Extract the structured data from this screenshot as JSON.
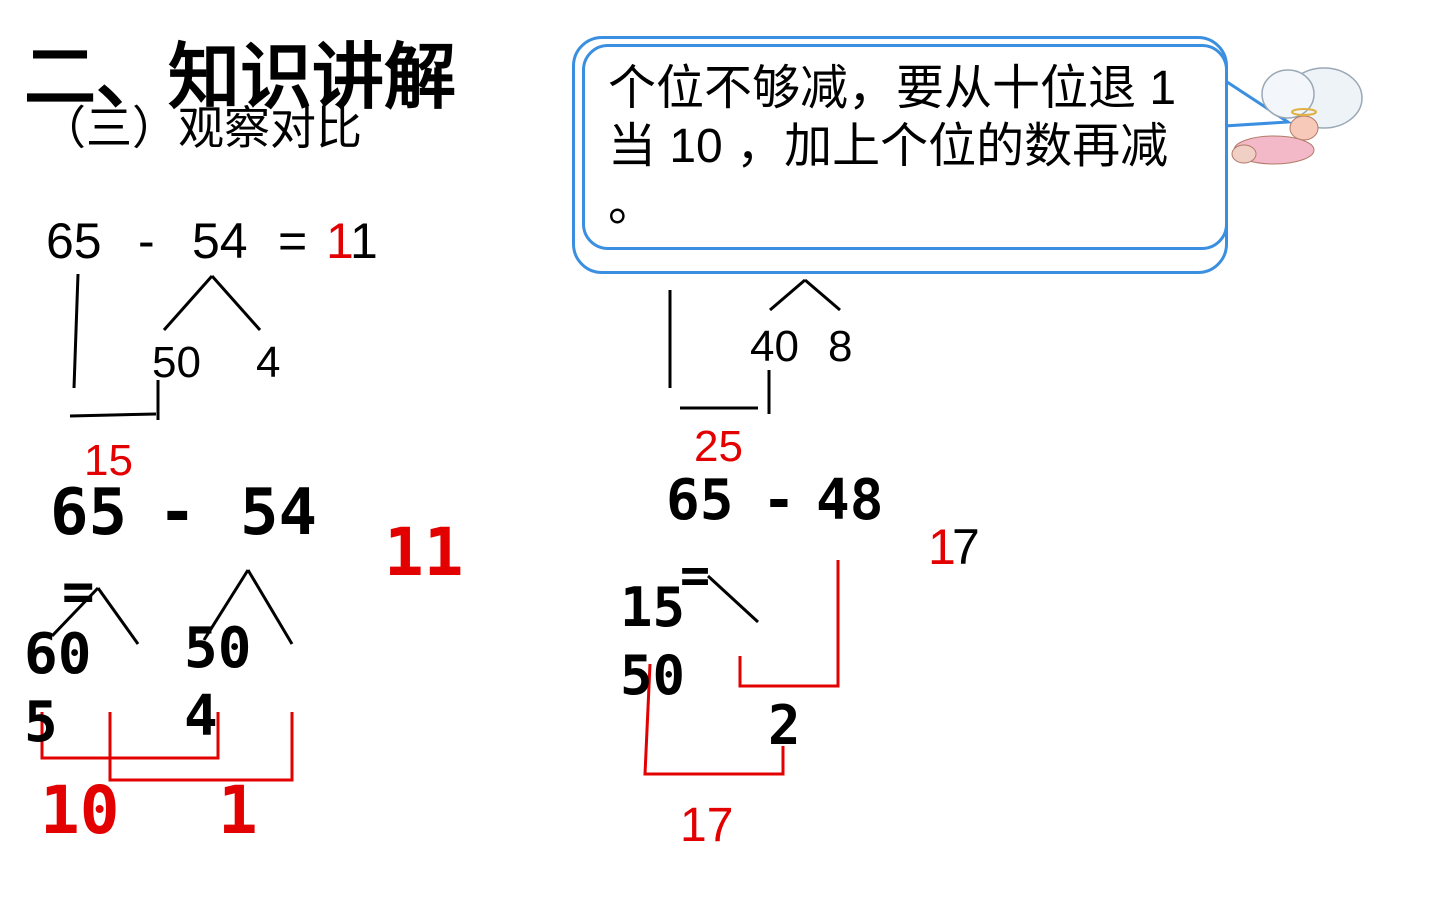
{
  "slide": {
    "title": "二、知识讲解",
    "subtitle": "（三）观察对比"
  },
  "left_top": {
    "a": "65",
    "minus": "-",
    "b": "54",
    "eq": "=",
    "res_tens": "1",
    "res_ones": "1",
    "split_tens": "50",
    "split_ones": "4",
    "sub_result": "15"
  },
  "right_top": {
    "split_tens": "40",
    "split_ones": "8",
    "sub_result": "25"
  },
  "bubble": {
    "text": "个位不够减，要从十位退 1 当 10 ，加上个位的数再减 。"
  },
  "left_bottom": {
    "a": "65",
    "minus": "-",
    "b": "54",
    "eq": "=",
    "result": "11",
    "a_tens": "60",
    "a_ones": "5",
    "b_tens": "50",
    "b_ones": "4",
    "part1": "10",
    "part2": "1"
  },
  "right_bottom": {
    "a": "65",
    "minus": "-",
    "b": "48",
    "eq": "=",
    "res_tens": "1",
    "res_ones": "7",
    "a_split1": "15",
    "a_split2": "50",
    "diff_small": "2",
    "sum_result": "17"
  },
  "colors": {
    "red": "#e30000",
    "bubble_border": "#3b8fe0"
  },
  "icons": [
    "angel-cartoon-icon"
  ]
}
